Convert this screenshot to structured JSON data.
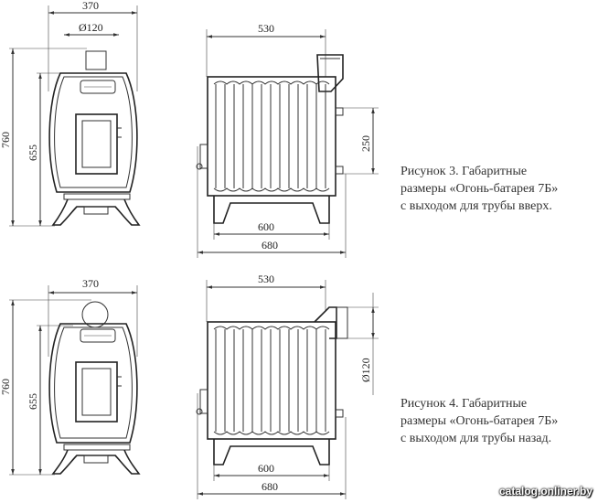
{
  "figure3": {
    "front": {
      "width": "370",
      "pipe": "Ø120",
      "height_total": "760",
      "height_door": "655"
    },
    "side": {
      "depth_top": "530",
      "pipe_offset": "250",
      "base_inner": "600",
      "base_outer": "680"
    },
    "caption": [
      "Рисунок 3.  Габаритные",
      "размеры «Огонь-батарея 7Б»",
      "с выходом для трубы вверх."
    ]
  },
  "figure4": {
    "front": {
      "width": "370",
      "height_total": "760",
      "height_door": "655"
    },
    "side": {
      "depth_top": "530",
      "pipe": "Ø120",
      "base_inner": "600",
      "base_outer": "680"
    },
    "caption": [
      "Рисунок 4.  Габаритные",
      "размеры «Огонь-батарея 7Б»",
      "с выходом для трубы назад."
    ]
  },
  "watermark": "catalog.onliner.by"
}
